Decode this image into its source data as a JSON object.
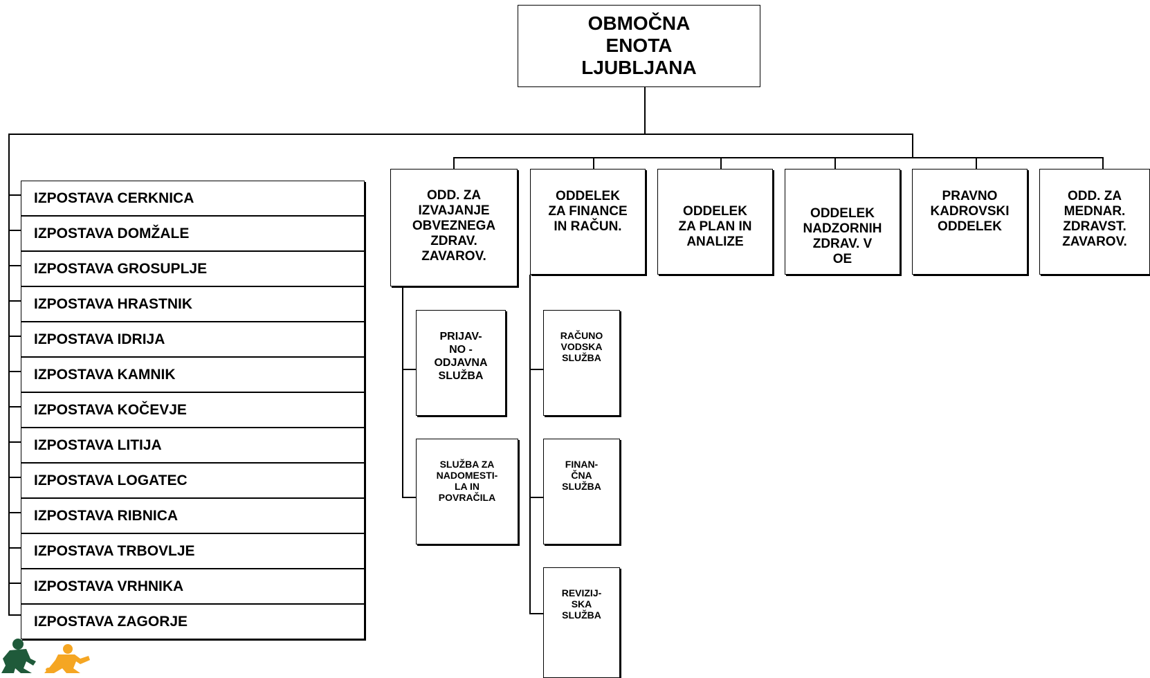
{
  "root": {
    "label": "OBMOČNA\nENOTA\nLJUBLJANA"
  },
  "izpostave": [
    "IZPOSTAVA CERKNICA",
    "IZPOSTAVA DOMŽALE",
    "IZPOSTAVA GROSUPLJE",
    "IZPOSTAVA HRASTNIK",
    "IZPOSTAVA IDRIJA",
    "IZPOSTAVA KAMNIK",
    "IZPOSTAVA KOČEVJE",
    "IZPOSTAVA LITIJA",
    "IZPOSTAVA LOGATEC",
    "IZPOSTAVA RIBNICA",
    "IZPOSTAVA TRBOVLJE",
    "IZPOSTAVA VRHNIKA",
    "IZPOSTAVA ZAGORJE"
  ],
  "departments": [
    {
      "label": "ODD.  ZA\nIZVAJANJE\nOBVEZNEGA\nZDRAV.\nZAVAROV.",
      "subunits": [
        "PRIJAV-\nNO -\nODJAVNA\nSLUŽBA",
        "SLUŽBA ZA\nNADOMESTI-\nLA IN\nPOVRAČILA"
      ]
    },
    {
      "label": "ODDELEK\nZA FINANCE\nIN RAČUN.",
      "subunits": [
        "RAČUNO\nVODSKA\nSLUŽBA",
        "FINAN-\nČNA\nSLUŽBA",
        "REVIZIJ-\nSKA\nSLUŽBA"
      ]
    },
    {
      "label": "ODDELEK\nZA PLAN IN\nANALIZE",
      "subunits": []
    },
    {
      "label": "ODDELEK\nNADZORNIH\nZDRAV. V\nOE",
      "subunits": []
    },
    {
      "label": "PRAVNO\nKADROVSKI\nODDELEK",
      "subunits": []
    },
    {
      "label": "ODD. ZA\nMEDNAR.\nZDRAVST.\nZAVAROV.",
      "subunits": []
    }
  ],
  "colors": {
    "line": "#000000",
    "logo_green": "#1f5a3a",
    "logo_orange": "#f5a623"
  },
  "logo": {
    "icon": "running-figures-logo"
  }
}
